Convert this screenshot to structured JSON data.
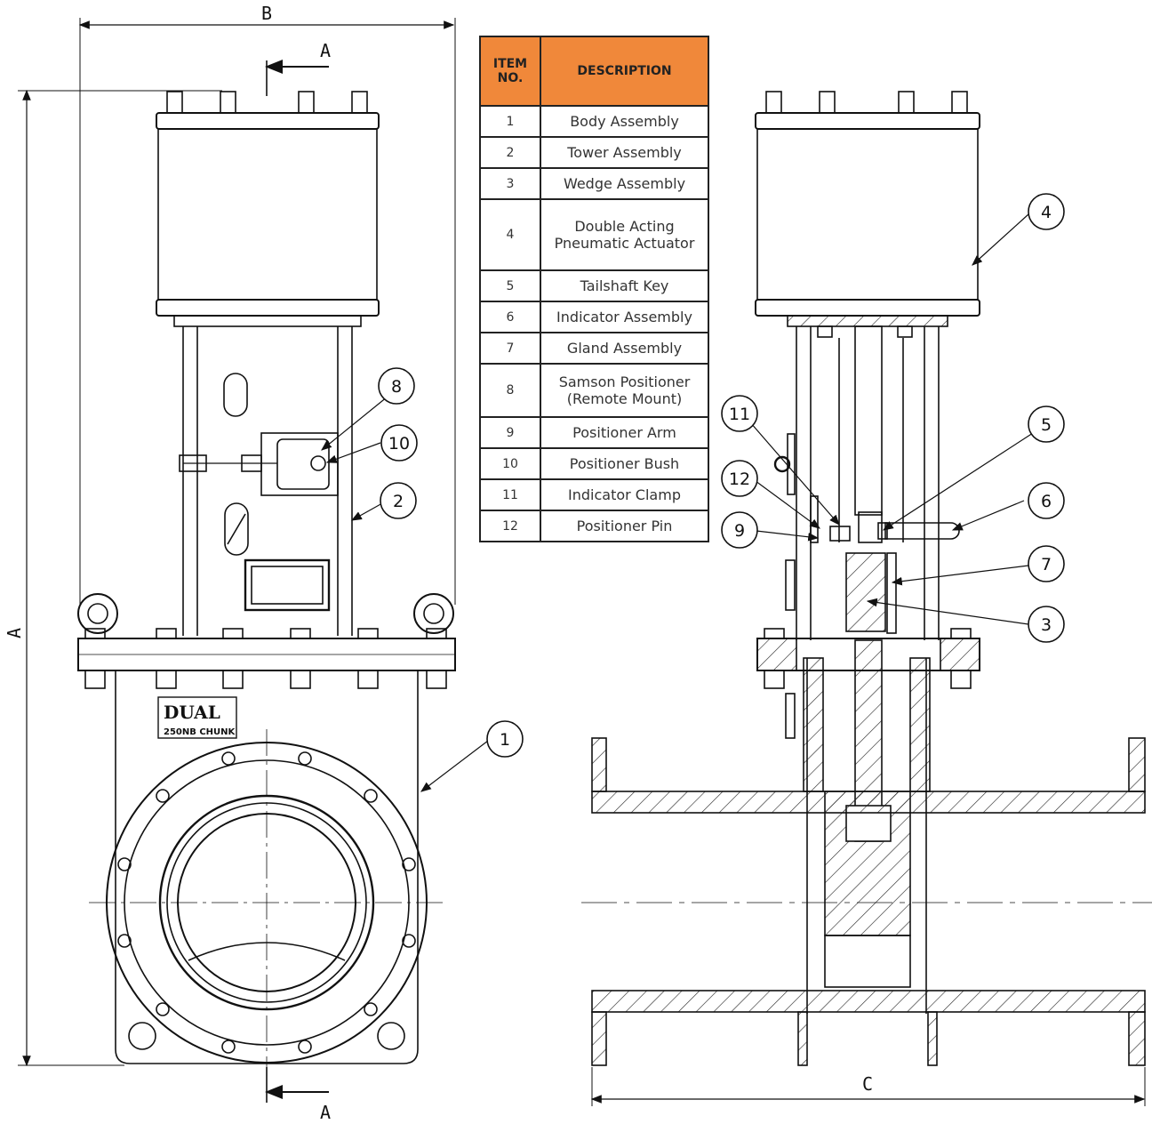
{
  "dimensions": {
    "a": "A",
    "b": "B",
    "c": "C"
  },
  "section_mark": "A",
  "nameplate": {
    "brand": "DUAL",
    "subtitle": "250NB CHUNK"
  },
  "bom": {
    "headers": {
      "item_no": "ITEM\nNO.",
      "description": "DESCRIPTION"
    },
    "header_color": "#f0883a",
    "rows": [
      {
        "no": "1",
        "description": "Body Assembly"
      },
      {
        "no": "2",
        "description": "Tower Assembly"
      },
      {
        "no": "3",
        "description": "Wedge Assembly"
      },
      {
        "no": "4",
        "description": "Double Acting Pneumatic Actuator"
      },
      {
        "no": "5",
        "description": "Tailshaft Key"
      },
      {
        "no": "6",
        "description": "Indicator Assembly"
      },
      {
        "no": "7",
        "description": "Gland Assembly"
      },
      {
        "no": "8",
        "description": "Samson Positioner (Remote Mount)"
      },
      {
        "no": "9",
        "description": "Positioner Arm"
      },
      {
        "no": "10",
        "description": "Positioner Bush"
      },
      {
        "no": "11",
        "description": "Indicator Clamp"
      },
      {
        "no": "12",
        "description": "Positioner Pin"
      }
    ]
  },
  "balloons": [
    "1",
    "2",
    "3",
    "4",
    "5",
    "6",
    "7",
    "8",
    "9",
    "10",
    "11",
    "12"
  ]
}
